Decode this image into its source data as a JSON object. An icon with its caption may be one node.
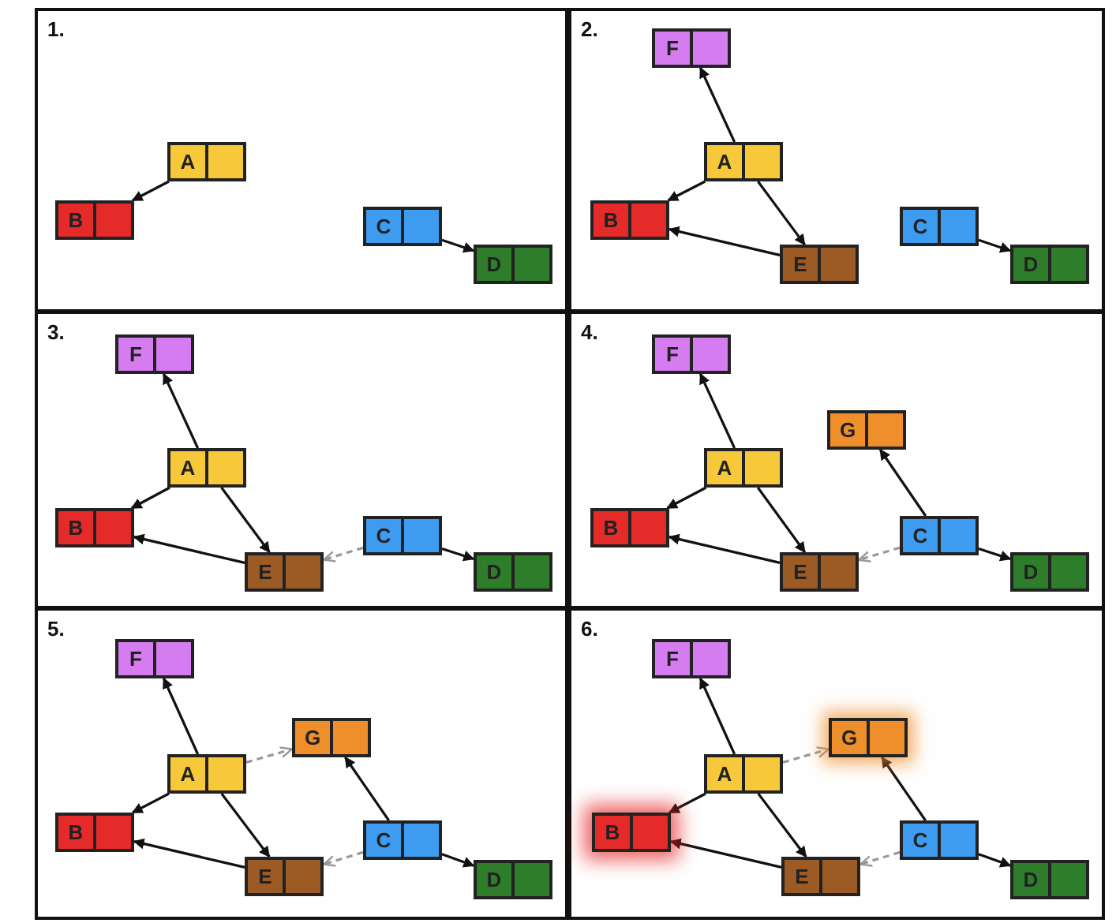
{
  "diagram": {
    "nodes": [
      {
        "text": [
          "1."
        ]
      },
      {
        "text": [
          "A"
        ],
        "in": 0
      },
      {
        "text": [
          "B"
        ],
        "in": 0
      },
      {
        "text": [
          "C"
        ],
        "in": 0
      },
      {
        "text": [
          "D"
        ],
        "in": 0
      },
      {
        "text": [
          "2."
        ]
      },
      {
        "text": [
          "F"
        ],
        "in": 5
      },
      {
        "text": [
          "A"
        ],
        "in": 5
      },
      {
        "text": [
          "B"
        ],
        "in": 5
      },
      {
        "text": [
          "E"
        ],
        "in": 5
      },
      {
        "text": [
          "C"
        ],
        "in": 5
      },
      {
        "text": [
          "D"
        ],
        "in": 5
      },
      {
        "text": [
          "3."
        ]
      },
      {
        "text": [
          "F"
        ],
        "in": 12
      },
      {
        "text": [
          "A"
        ],
        "in": 12
      },
      {
        "text": [
          "B"
        ],
        "in": 12
      },
      {
        "text": [
          "E"
        ],
        "in": 12
      },
      {
        "text": [
          "C"
        ],
        "in": 12
      },
      {
        "text": [
          "D"
        ],
        "in": 12
      },
      {
        "text": [
          "4."
        ]
      },
      {
        "text": [
          "F"
        ],
        "in": 19
      },
      {
        "text": [
          "A"
        ],
        "in": 19
      },
      {
        "text": [
          "G"
        ],
        "in": 19
      },
      {
        "text": [
          "B"
        ],
        "in": 19
      },
      {
        "text": [
          "E"
        ],
        "in": 19
      },
      {
        "text": [
          "C"
        ],
        "in": 19
      },
      {
        "text": [
          "D"
        ],
        "in": 19
      },
      {
        "text": [
          "5."
        ]
      },
      {
        "text": [
          "F"
        ],
        "in": 27
      },
      {
        "text": [
          "A"
        ],
        "in": 27
      },
      {
        "text": [
          "G"
        ],
        "in": 27
      },
      {
        "text": [
          "B"
        ],
        "in": 27
      },
      {
        "text": [
          "E"
        ],
        "in": 27
      },
      {
        "text": [
          "C"
        ],
        "in": 27
      },
      {
        "text": [
          "D"
        ],
        "in": 27
      },
      {
        "text": [
          "6."
        ]
      },
      {
        "text": [
          "F"
        ],
        "in": 35
      },
      {
        "text": [
          "A"
        ],
        "in": 35
      },
      {
        "text": [
          "G"
        ],
        "in": 35
      },
      {
        "text": [
          "B"
        ],
        "in": 35
      },
      {
        "text": [
          "E"
        ],
        "in": 35
      },
      {
        "text": [
          "C"
        ],
        "in": 35
      },
      {
        "text": [
          "D"
        ],
        "in": 35
      }
    ],
    "edges": [
      {
        "from": 1,
        "to": 2,
        "arrow": "to"
      },
      {
        "from": 3,
        "to": 4,
        "arrow": "to"
      },
      {
        "from": 7,
        "to": 6,
        "arrow": "to"
      },
      {
        "from": 7,
        "to": 8,
        "arrow": "to"
      },
      {
        "from": 7,
        "to": 9,
        "arrow": "to"
      },
      {
        "from": 9,
        "to": 8,
        "arrow": "to"
      },
      {
        "from": 10,
        "to": 11,
        "arrow": "to"
      },
      {
        "from": 14,
        "to": 13,
        "arrow": "to"
      },
      {
        "from": 14,
        "to": 15,
        "arrow": "to"
      },
      {
        "from": 14,
        "to": 16,
        "arrow": "to"
      },
      {
        "from": 16,
        "to": 15,
        "arrow": "to"
      },
      {
        "from": 17,
        "to": 18,
        "arrow": "to"
      },
      {
        "from": 17,
        "to": 16,
        "arrow": "to",
        "style": "dashed",
        "color": "#999999"
      },
      {
        "from": 21,
        "to": 20,
        "arrow": "to"
      },
      {
        "from": 21,
        "to": 23,
        "arrow": "to"
      },
      {
        "from": 21,
        "to": 24,
        "arrow": "to"
      },
      {
        "from": 24,
        "to": 23,
        "arrow": "to"
      },
      {
        "from": 25,
        "to": 26,
        "arrow": "to"
      },
      {
        "from": 25,
        "to": 24,
        "arrow": "to",
        "style": "dashed",
        "color": "#999999"
      },
      {
        "from": 25,
        "to": 22,
        "arrow": "to"
      },
      {
        "from": 29,
        "to": 28,
        "arrow": "to"
      },
      {
        "from": 29,
        "to": 31,
        "arrow": "to"
      },
      {
        "from": 29,
        "to": 32,
        "arrow": "to"
      },
      {
        "from": 32,
        "to": 31,
        "arrow": "to"
      },
      {
        "from": 33,
        "to": 34,
        "arrow": "to"
      },
      {
        "from": 33,
        "to": 32,
        "arrow": "to",
        "style": "dashed",
        "color": "#999999"
      },
      {
        "from": 33,
        "to": 30,
        "arrow": "to"
      },
      {
        "from": 29,
        "to": 30,
        "arrow": "to",
        "style": "dashed",
        "color": "#999999"
      },
      {
        "from": 37,
        "to": 36,
        "arrow": "to"
      },
      {
        "from": 37,
        "to": 39,
        "arrow": "to"
      },
      {
        "from": 37,
        "to": 40,
        "arrow": "to"
      },
      {
        "from": 40,
        "to": 39,
        "arrow": "to"
      },
      {
        "from": 41,
        "to": 42,
        "arrow": "to"
      },
      {
        "from": 41,
        "to": 40,
        "arrow": "to",
        "style": "dashed",
        "color": "#999999"
      },
      {
        "from": 41,
        "to": 38,
        "arrow": "to"
      },
      {
        "from": 37,
        "to": 38,
        "arrow": "to",
        "style": "dashed",
        "color": "#999999"
      }
    ]
  }
}
